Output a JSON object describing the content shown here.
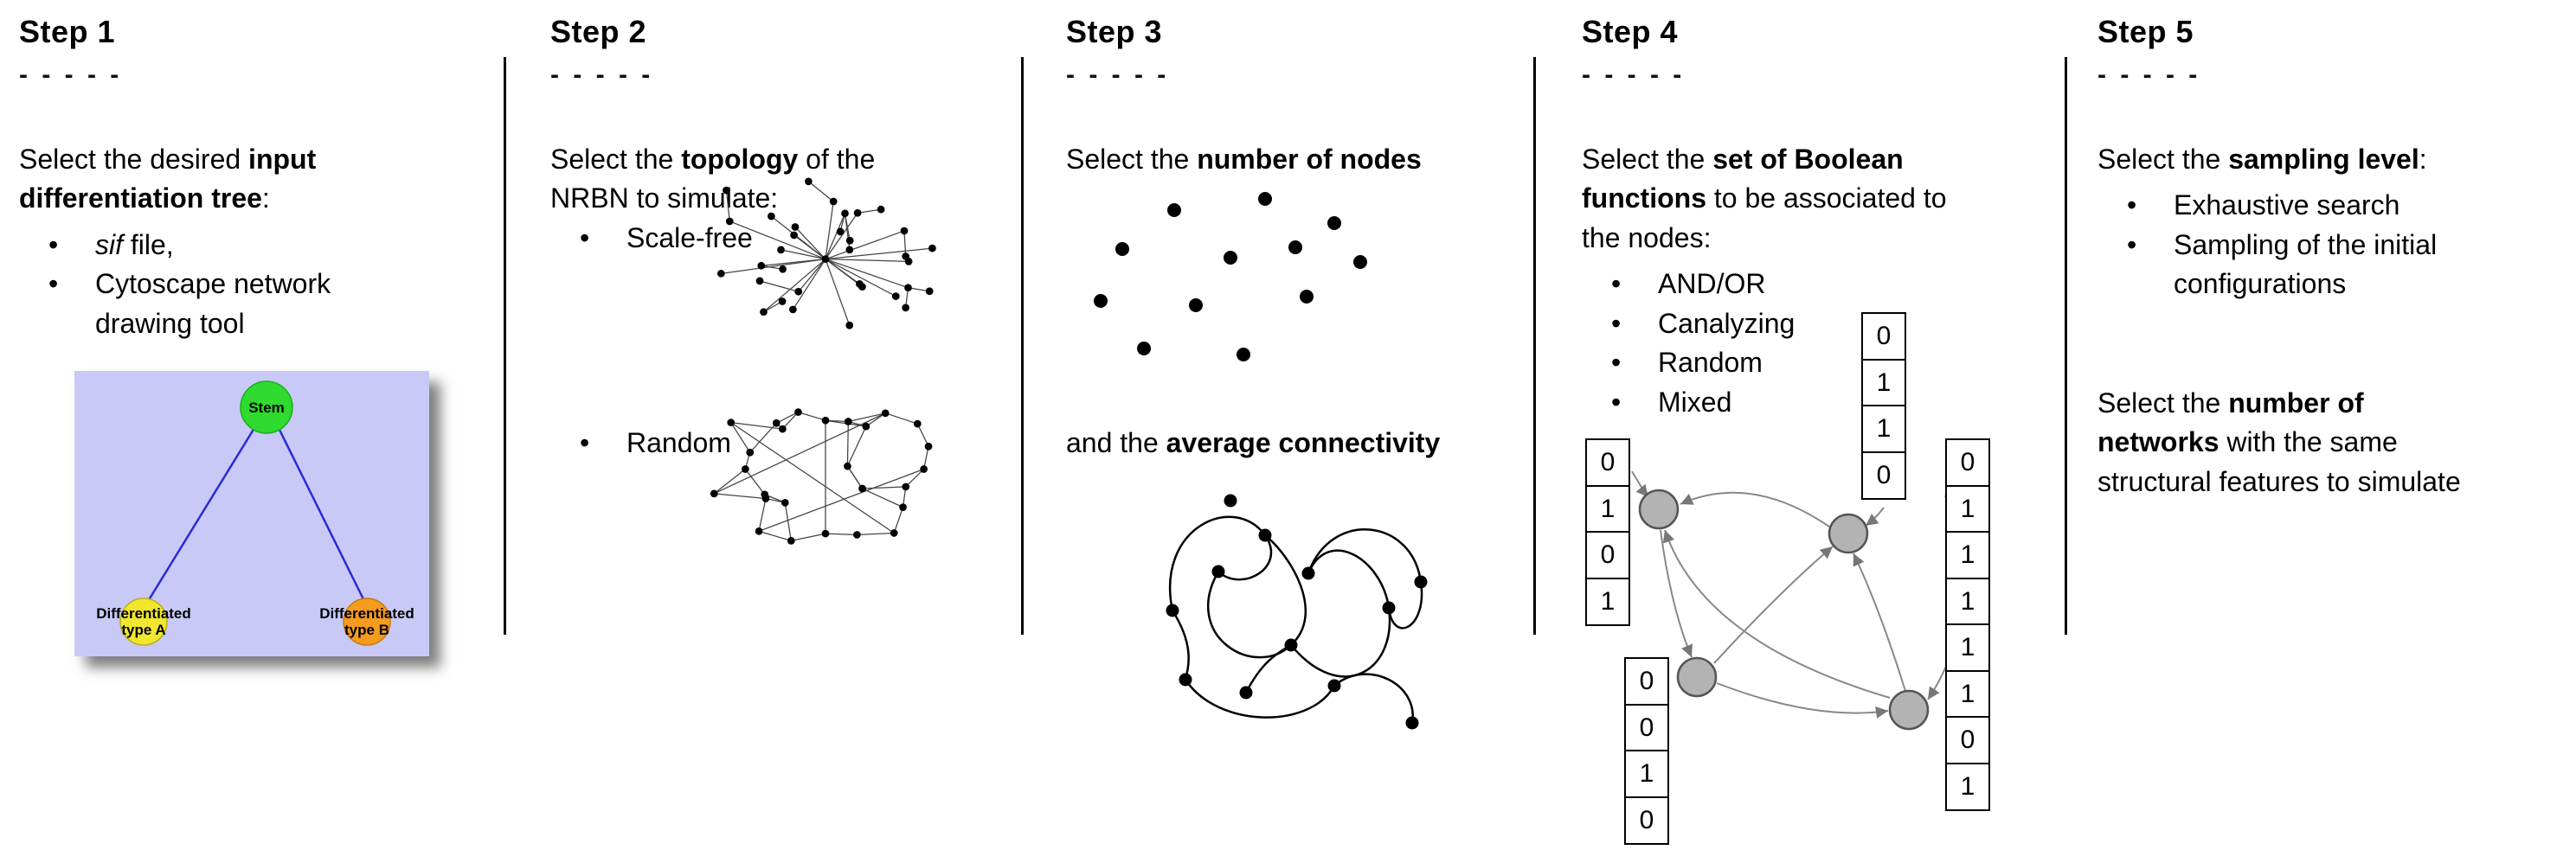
{
  "steps": [
    {
      "title": "Step 1",
      "dashes": "- - - - -",
      "intro": {
        "pre": "Select the desired ",
        "bold": "input\ndifferentiation tree",
        "post": ":"
      },
      "bullets": [
        {
          "italic": "sif",
          "rest": " file,"
        },
        {
          "text": "Cytoscape network\ndrawing tool"
        }
      ],
      "tree": {
        "root_label": "Stem",
        "left_label_line1": "Differentiated",
        "left_label_line2": "type A",
        "right_label_line1": "Differentiated",
        "right_label_line2": "type B"
      }
    },
    {
      "title": "Step 2",
      "dashes": "- - - - -",
      "intro": {
        "pre": "Select the ",
        "bold": "topology",
        "post": " of the\nNRBN to simulate:"
      },
      "bullets": [
        {
          "text": "Scale-free"
        },
        {
          "text": "Random"
        }
      ]
    },
    {
      "title": "Step 3",
      "dashes": "- - - - -",
      "intro": {
        "pre": "Select the ",
        "bold": "number of nodes",
        "post": ""
      },
      "connectivity": {
        "pre": "and the ",
        "bold": "average connectivity",
        "post": ""
      }
    },
    {
      "title": "Step 4",
      "dashes": "- - - - -",
      "intro": {
        "pre": "Select the ",
        "bold": "set of Boolean\nfunctions",
        "post": " to be associated to\nthe nodes:"
      },
      "bullets": [
        {
          "text": "AND/OR"
        },
        {
          "text": "Canalyzing"
        },
        {
          "text": "Random"
        },
        {
          "text": "Mixed"
        }
      ],
      "truth_tables": {
        "left": [
          "0",
          "1",
          "0",
          "1"
        ],
        "top": [
          "0",
          "1",
          "1",
          "0"
        ],
        "bottom": [
          "0",
          "0",
          "1",
          "0"
        ],
        "right": [
          "0",
          "1",
          "1",
          "1",
          "1",
          "1",
          "0",
          "1"
        ]
      }
    },
    {
      "title": "Step 5",
      "dashes": "- - - - -",
      "intro": {
        "pre": "Select the ",
        "bold": "sampling level",
        "post": ":"
      },
      "bullets": [
        {
          "text": "Exhaustive search"
        },
        {
          "text": "Sampling of the initial\nconfigurations"
        }
      ],
      "networks": {
        "pre": "Select the ",
        "bold": "number of\nnetworks",
        "post": " with the same\nstructural features to simulate"
      }
    }
  ],
  "colors": {
    "tree_background": "#c9c9f7",
    "stem_node": "#2edb2e",
    "type_a_node": "#f0e62e",
    "type_b_node": "#f59b1f",
    "tree_edge": "#2a2ad4"
  }
}
